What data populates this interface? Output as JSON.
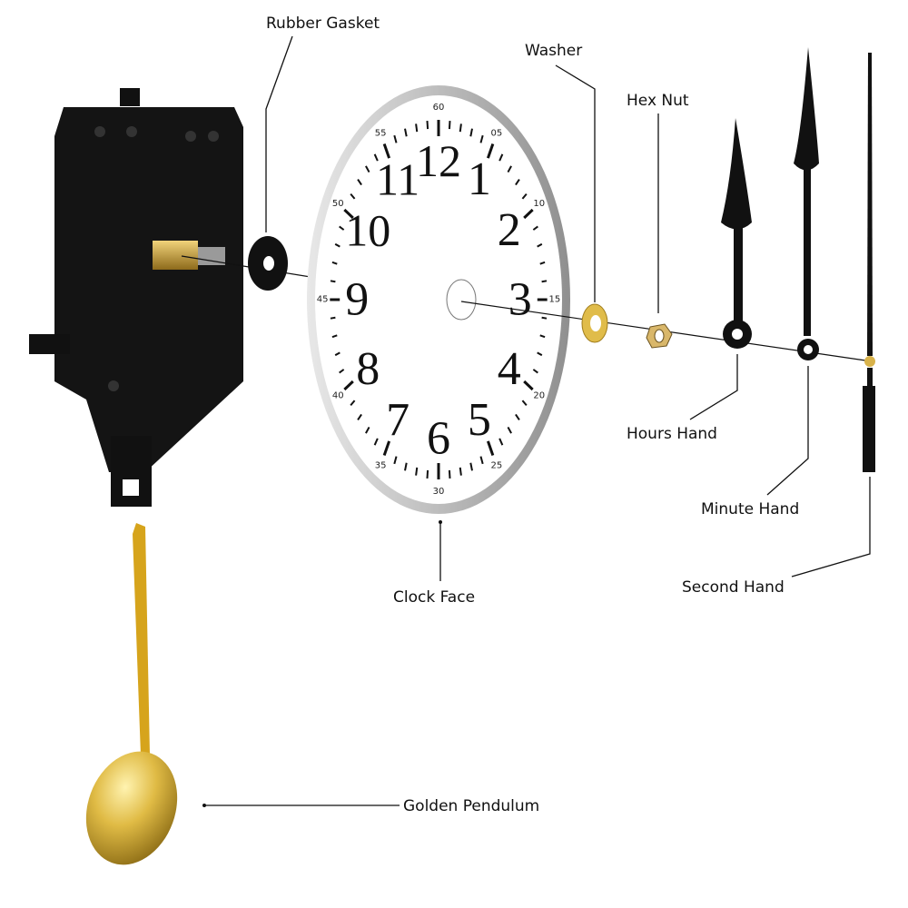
{
  "labels": {
    "rubber_gasket": "Rubber Gasket",
    "washer": "Washer",
    "hex_nut": "Hex Nut",
    "hours_hand": "Hours Hand",
    "minute_hand": "Minute Hand",
    "second_hand": "Second Hand",
    "clock_face": "Clock Face",
    "golden_pendulum": "Golden Pendulum"
  },
  "clock_face": {
    "hour_numerals": [
      "1",
      "2",
      "3",
      "4",
      "5",
      "6",
      "7",
      "8",
      "9",
      "10",
      "11",
      "12"
    ],
    "minute_numerals": [
      "05",
      "10",
      "15",
      "20",
      "25",
      "30",
      "35",
      "40",
      "45",
      "50",
      "55",
      "60"
    ]
  },
  "colors": {
    "movement": "#111111",
    "brass": "#c9a23a",
    "pendulum": "#d9b23c",
    "face": "#ffffff",
    "rim": "#c8c8c8"
  }
}
